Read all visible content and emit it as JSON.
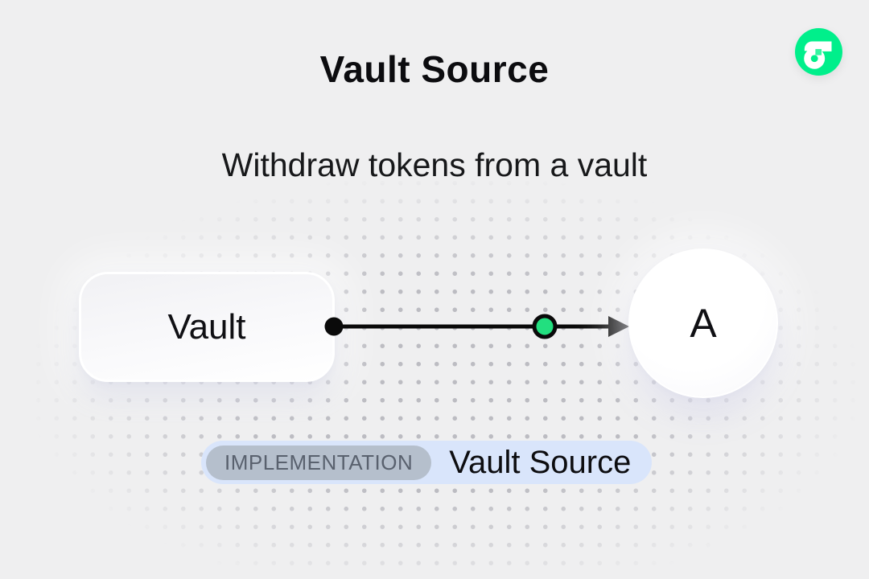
{
  "header": {
    "title": "Vault Source",
    "subtitle": "Withdraw tokens from a vault"
  },
  "logo": {
    "name": "flow-logo",
    "bg_color": "#00EF8B",
    "overlap_color": "#35F6A1"
  },
  "diagram": {
    "vault_node": {
      "label": "Vault"
    },
    "account_node": {
      "label": "A"
    },
    "connector": {
      "line_color": "#0a0a0a",
      "node_fill": "#22DF7F",
      "node_stroke": "#0a0a0a"
    }
  },
  "badge": {
    "tag": "IMPLEMENTATION",
    "label": "Vault Source",
    "bg_color": "#d9e5fb",
    "tag_bg_color": "#b5bfcc",
    "tag_text_color": "#59616e"
  }
}
